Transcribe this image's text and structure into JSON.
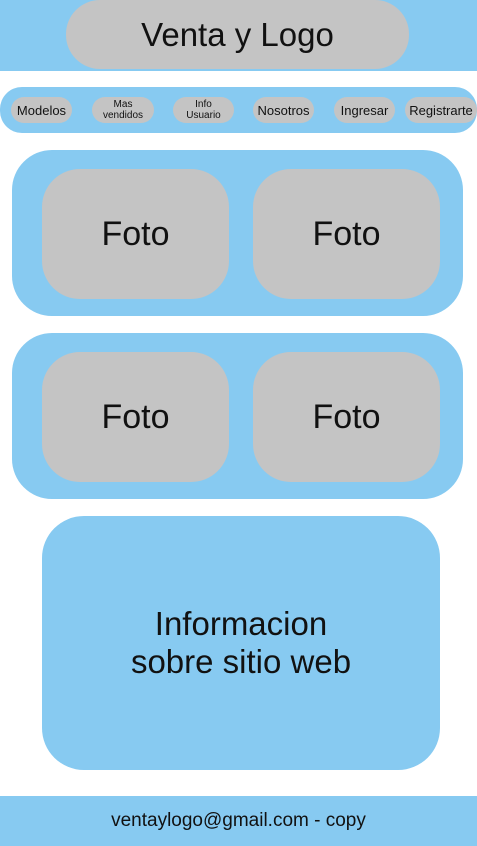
{
  "header": {
    "title": "Venta y Logo"
  },
  "nav": {
    "items": [
      {
        "label": "Modelos"
      },
      {
        "line1": "Mas",
        "line2": "vendidos"
      },
      {
        "line1": "Info",
        "line2": "Usuario"
      },
      {
        "label": "Nosotros"
      },
      {
        "label": "Ingresar"
      },
      {
        "label": "Registrarte"
      }
    ]
  },
  "gallery": {
    "rows": [
      {
        "left": "Foto",
        "right": "Foto"
      },
      {
        "left": "Foto",
        "right": "Foto"
      }
    ]
  },
  "info": {
    "line1": "Informacion",
    "line2": "sobre sitio web"
  },
  "footer": {
    "text": "ventaylogo@gmail.com - copy"
  },
  "colors": {
    "accent": "#87CAF1",
    "placeholder": "#C4C4C4"
  }
}
